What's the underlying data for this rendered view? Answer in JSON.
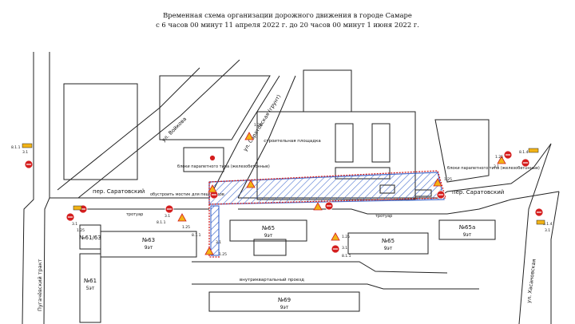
{
  "title": {
    "line1": "Временная схема организации дорожного движения в городе Самаре",
    "line2": "с 6 часов 00 минут 11 апреля 2022 г. до 20 часов 00 минут 1 июня 2022 г."
  },
  "streets": {
    "voikova": "ул. Войкова",
    "saratovskaya": "ул. Саратовская (грунт)",
    "saratovsky_left": "пер. Саратовский",
    "saratovsky_right": "пер. Саратовский",
    "pugachevsky": "Пугачёвский тракт",
    "khasanovskaya": "ул. Хасановская",
    "inner_drive": "внутриквартальный проезд",
    "sidewalk_left": "тротуар",
    "sidewalk_right": "тротуар"
  },
  "areas": {
    "construction_site": "строительная площадка",
    "blocks_left": "блоки парапетного типа (железобетонные)",
    "blocks_right": "блоки парапетного типа (железобетонные)",
    "pedestrian_bridge": "обустроить мостик для пешеходов"
  },
  "buildings": [
    {
      "number": "№61/63",
      "floors": ""
    },
    {
      "number": "№63",
      "floors": "9эт"
    },
    {
      "number": "№61",
      "floors": "5эт"
    },
    {
      "number": "№65",
      "floors": "9эт"
    },
    {
      "number": "№65",
      "floors": "9эт"
    },
    {
      "number": "№65а",
      "floors": "9эт"
    },
    {
      "number": "№69",
      "floors": "9эт"
    }
  ],
  "sign_codes": {
    "s1": "3.1",
    "s2": "1.25",
    "s3": "3.1",
    "s4": "1.25",
    "s5": "8.1.1",
    "s6": "3.1",
    "s7": "1.25",
    "s8": "8.1.1",
    "s9": "3.1",
    "s10": "1.25",
    "s11": "3.1",
    "s12": "1.25",
    "s13": "8.1.1",
    "s14": "3.1",
    "s15": "1.25",
    "s16": "8.1.4",
    "s17": "8.1.4",
    "s18": "1.25",
    "s19": "3.1",
    "s20": "8.1.1"
  },
  "colors": {
    "barrier": "#d42020",
    "fence": "#2a58c8",
    "sign_yellow": "#f2b316",
    "sign_red": "#d41e1e"
  }
}
